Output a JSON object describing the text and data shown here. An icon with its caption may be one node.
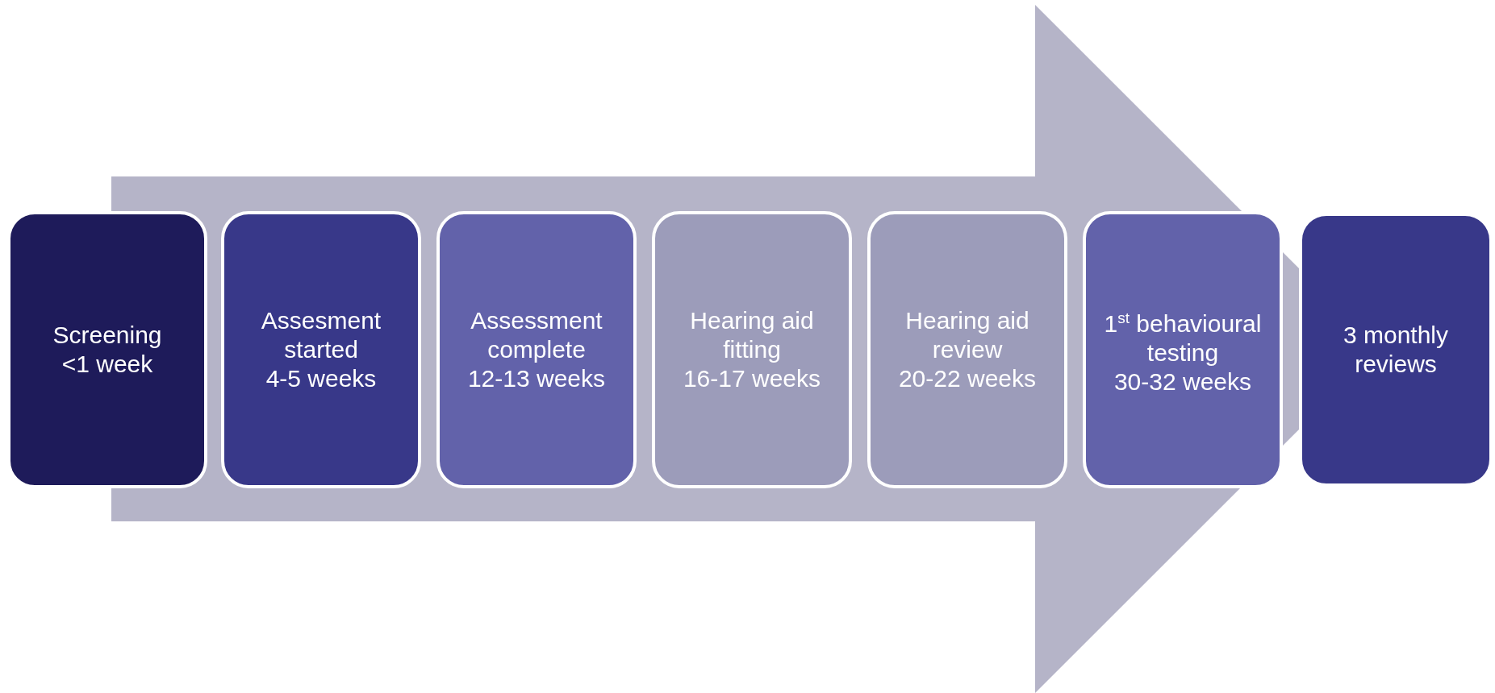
{
  "diagram": {
    "nodes": [
      {
        "text": [
          "Screening",
          "<1 week"
        ]
      },
      {
        "text": [
          "Assesment started",
          "4-5 weeks"
        ]
      },
      {
        "text": [
          "Assessment complete",
          "12-13 weeks"
        ]
      },
      {
        "text": [
          "Hearing aid fitting",
          "16-17 weeks"
        ]
      },
      {
        "text": [
          "Hearing aid review",
          "20-22 weeks"
        ]
      },
      {
        "text": [
          "1$^{st}$ behavioural testing",
          "30-32 weeks"
        ]
      },
      {
        "text": [
          "3 monthly reviews"
        ]
      }
    ],
    "edges": [
      {
        "from": 0,
        "to": 6,
        "arrow": "to"
      }
    ]
  }
}
